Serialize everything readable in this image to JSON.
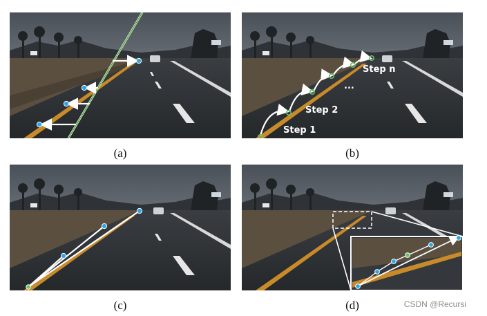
{
  "panels": [
    {
      "id": "a",
      "caption": "(a)"
    },
    {
      "id": "b",
      "caption": "(b)",
      "labels": {
        "step1": "Step 1",
        "step2": "Step 2",
        "stepn": "Step n",
        "ellipsis": "..."
      }
    },
    {
      "id": "c",
      "caption": "(c)"
    },
    {
      "id": "d",
      "caption": "(d)"
    }
  ],
  "watermark": "CSDN @Recursi",
  "colors": {
    "sky": "#5b6169",
    "road": "#2e3236",
    "lane_yellow": "#c98a2a",
    "point_blue": "#2ba6e8",
    "point_green": "#67c26a",
    "guide_line": "#bfe8b0",
    "arrow": "#ffffff"
  }
}
